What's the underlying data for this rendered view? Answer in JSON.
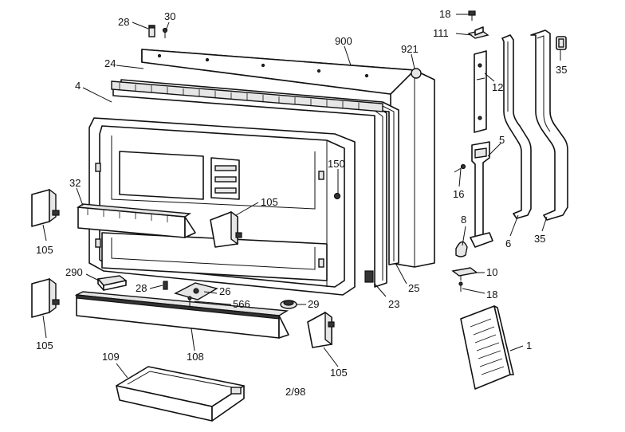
{
  "labels": {
    "p28a": "28",
    "p30": "30",
    "p18a": "18",
    "p111": "111",
    "p35a": "35",
    "p900": "900",
    "p921": "921",
    "p24": "24",
    "p12": "12",
    "p4": "4",
    "p5": "5",
    "p150": "150",
    "p16": "16",
    "p32": "32",
    "p105a": "105",
    "p105b": "105",
    "p105c": "105",
    "p105d": "105",
    "p8": "8",
    "p6": "6",
    "p35b": "35",
    "p290": "290",
    "p28b": "28",
    "p26": "26",
    "p566": "566",
    "p29": "29",
    "p23": "23",
    "p25": "25",
    "p10": "10",
    "p18b": "18",
    "p108": "108",
    "p1": "1",
    "p109": "109"
  },
  "date_code": "2/98"
}
